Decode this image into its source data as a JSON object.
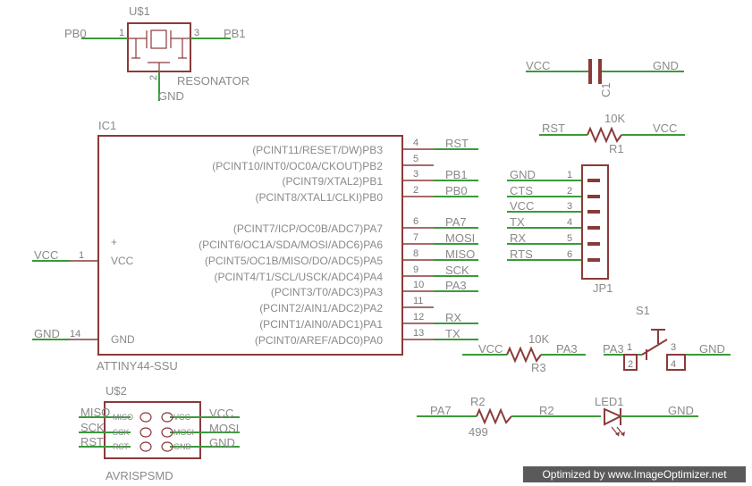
{
  "resonator": {
    "name": "U$1",
    "value": "RESONATOR",
    "pin1": "1",
    "pin2": "2",
    "pin3": "3",
    "net1": "PB0",
    "net2": "GND",
    "net3": "PB1"
  },
  "ic": {
    "name": "IC1",
    "value": "ATTINY44-SSU",
    "vcc_label": "VCC",
    "gnd_label": "GND",
    "plus": "+",
    "vcc_pin": "1",
    "gnd_pin": "14",
    "vcc_net": "VCC",
    "gnd_net": "GND",
    "pins": [
      {
        "label": "(PCINT11/RESET/DW)PB3",
        "num": "4",
        "net": "RST"
      },
      {
        "label": "(PCINT10/INT0/OC0A/CKOUT)PB2",
        "num": "5",
        "net": ""
      },
      {
        "label": "(PCINT9/XTAL2)PB1",
        "num": "3",
        "net": "PB1"
      },
      {
        "label": "(PCINT8/XTAL1/CLKI)PB0",
        "num": "2",
        "net": "PB0"
      },
      {
        "label": "(PCINT7/ICP/OC0B/ADC7)PA7",
        "num": "6",
        "net": "PA7"
      },
      {
        "label": "(PCINT6/OC1A/SDA/MOSI/ADC6)PA6",
        "num": "7",
        "net": "MOSI"
      },
      {
        "label": "(PCINT5/OC1B/MISO/DO/ADC5)PA5",
        "num": "8",
        "net": "MISO"
      },
      {
        "label": "(PCINT4/T1/SCL/USCK/ADC4)PA4",
        "num": "9",
        "net": "SCK"
      },
      {
        "label": "(PCINT3/T0/ADC3)PA3",
        "num": "10",
        "net": "PA3"
      },
      {
        "label": "(PCINT2/AIN1/ADC2)PA2",
        "num": "11",
        "net": ""
      },
      {
        "label": "(PCINT1/AIN0/ADC1)PA1",
        "num": "12",
        "net": "RX"
      },
      {
        "label": "(PCINT0/AREF/ADC0)PA0",
        "num": "13",
        "net": "TX"
      }
    ]
  },
  "c1": {
    "name": "C1",
    "net_left": "VCC",
    "net_right": "GND"
  },
  "r1": {
    "name": "R1",
    "value": "10K",
    "net_left": "RST",
    "net_right": "VCC"
  },
  "jp1": {
    "name": "JP1",
    "pins": [
      {
        "num": "1",
        "net": "GND"
      },
      {
        "num": "2",
        "net": "CTS"
      },
      {
        "num": "3",
        "net": "VCC"
      },
      {
        "num": "4",
        "net": "TX"
      },
      {
        "num": "5",
        "net": "RX"
      },
      {
        "num": "6",
        "net": "RTS"
      }
    ]
  },
  "r3": {
    "name": "R3",
    "value": "10K",
    "net_left": "VCC",
    "net_right": "PA3"
  },
  "s1": {
    "name": "S1",
    "net_left": "PA3",
    "net_right": "GND",
    "pin1": "1",
    "pin2": "2",
    "pin3": "3",
    "pin4": "4"
  },
  "r2": {
    "name": "R2",
    "value": "499",
    "net_left": "PA7",
    "net_right": "R2"
  },
  "led1": {
    "name": "LED1",
    "net_right": "GND"
  },
  "u2": {
    "name": "U$2",
    "value": "AVRISPSMD",
    "left_nets": [
      "MISO",
      "SCK",
      "RST"
    ],
    "inner_left": [
      "MISO",
      "SCK",
      "RST"
    ],
    "inner_right": [
      "VCC",
      "MOSI",
      "GND"
    ],
    "right_nets": [
      "VCC",
      "MOSI",
      "GND"
    ]
  },
  "watermark": "Optimized by www.ImageOptimizer.net"
}
